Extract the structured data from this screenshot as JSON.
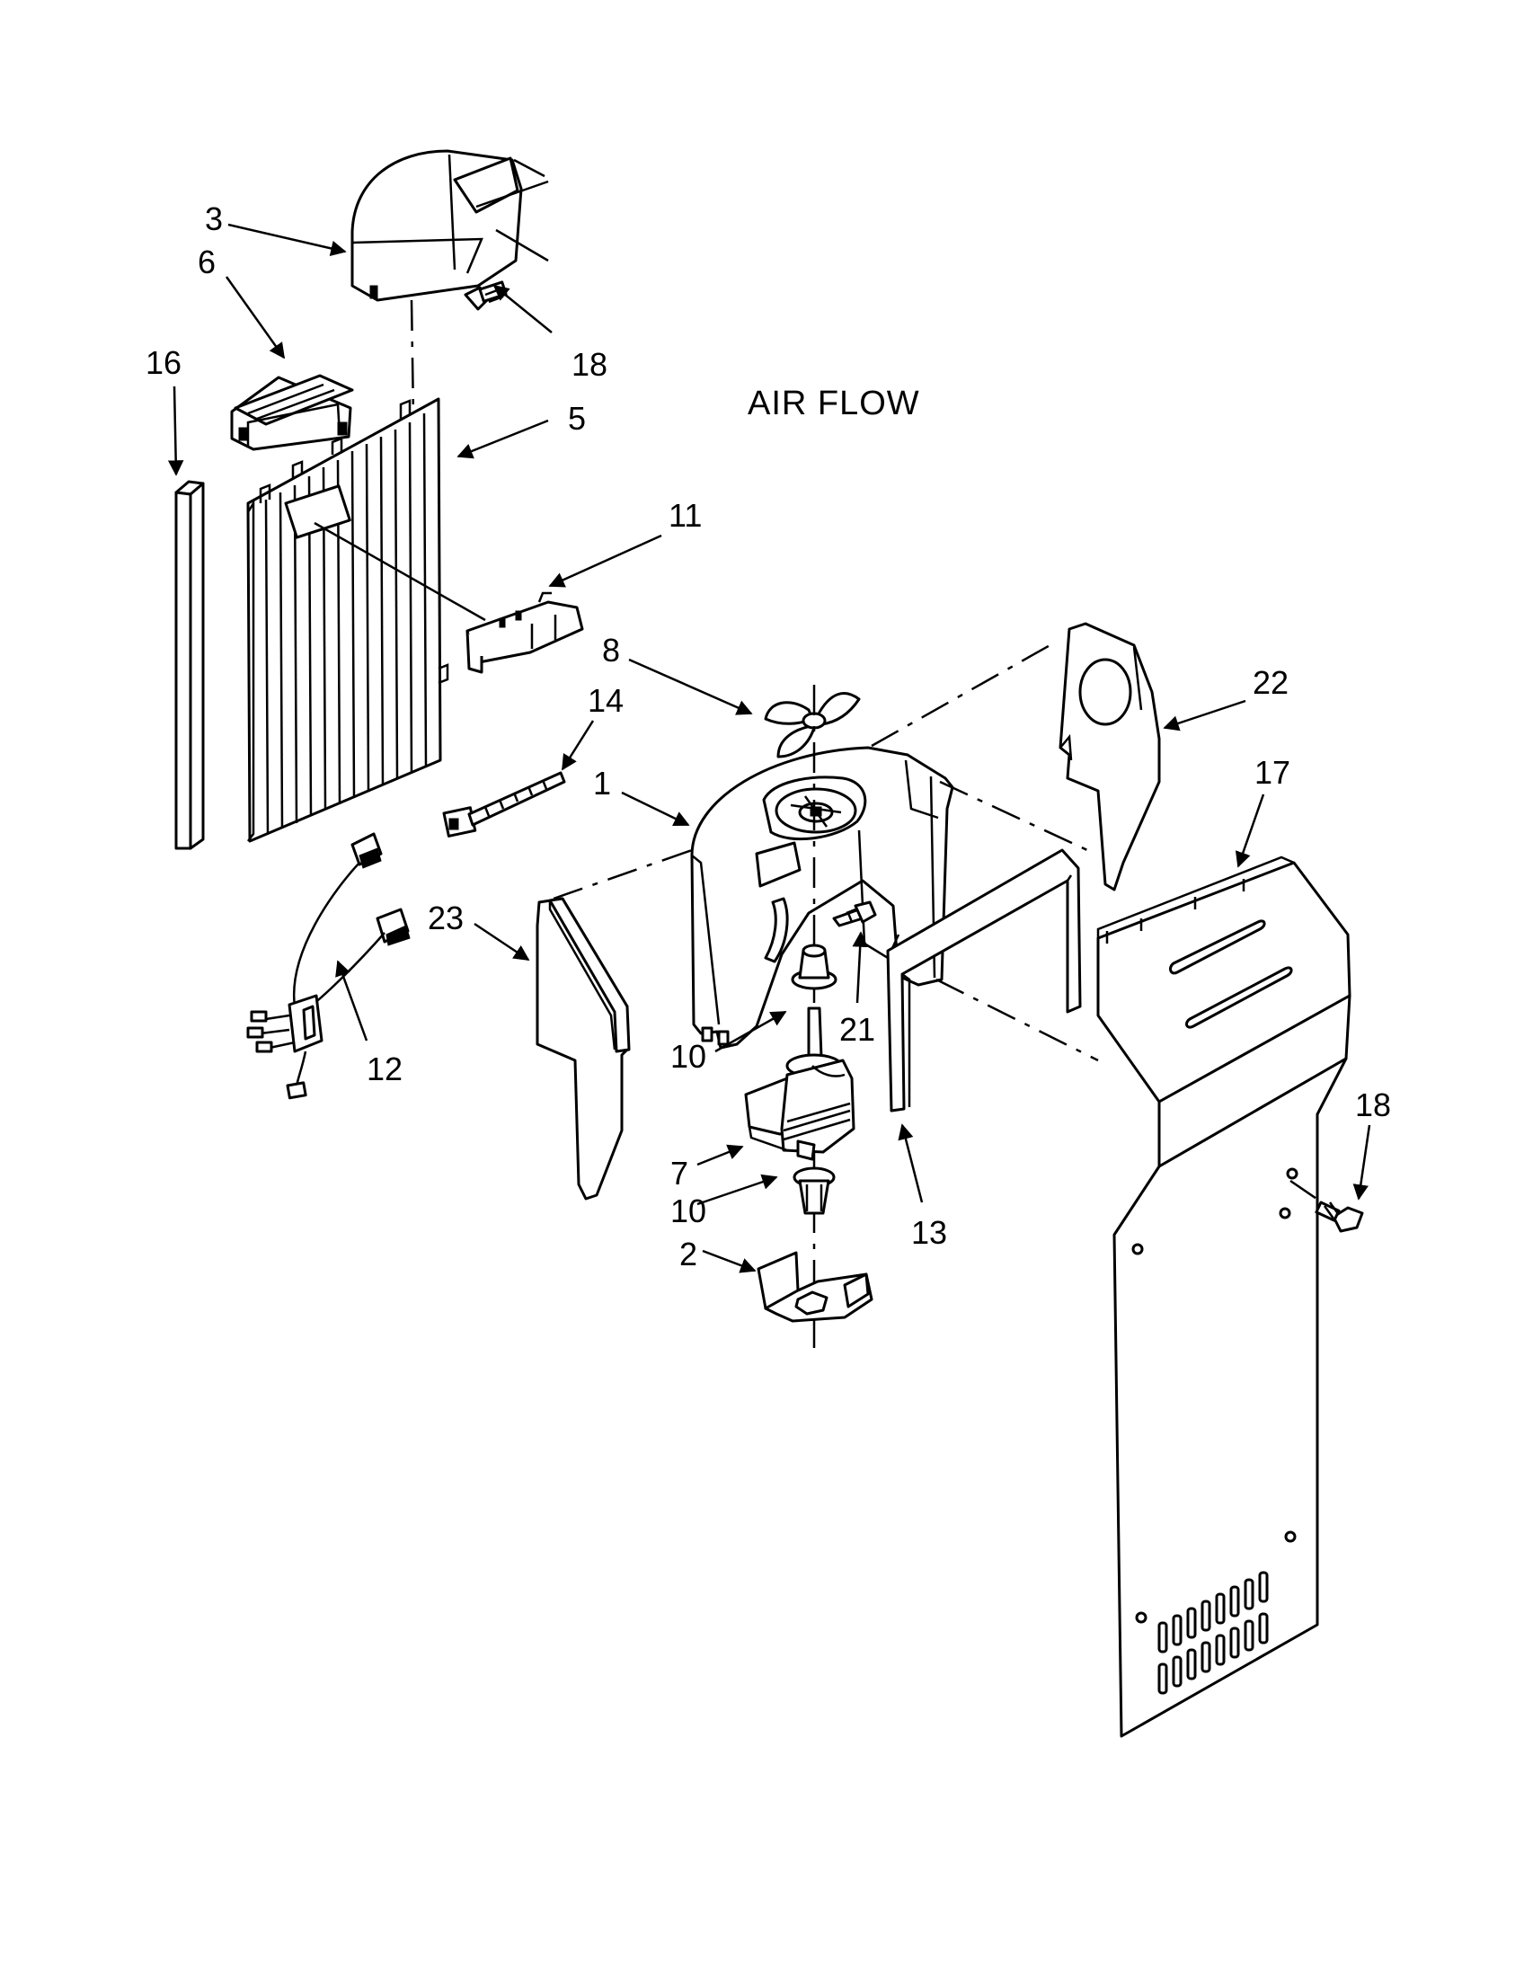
{
  "diagram": {
    "caption": "AIR FLOW",
    "callouts": {
      "p1": "1",
      "p2": "2",
      "p3": "3",
      "p5": "5",
      "p6": "6",
      "p7": "7",
      "p8": "8",
      "p10a": "10",
      "p10b": "10",
      "p11": "11",
      "p12": "12",
      "p13": "13",
      "p14": "14",
      "p16": "16",
      "p17": "17",
      "p18a": "18",
      "p18b": "18",
      "p21": "21",
      "p22": "22",
      "p23": "23"
    }
  }
}
